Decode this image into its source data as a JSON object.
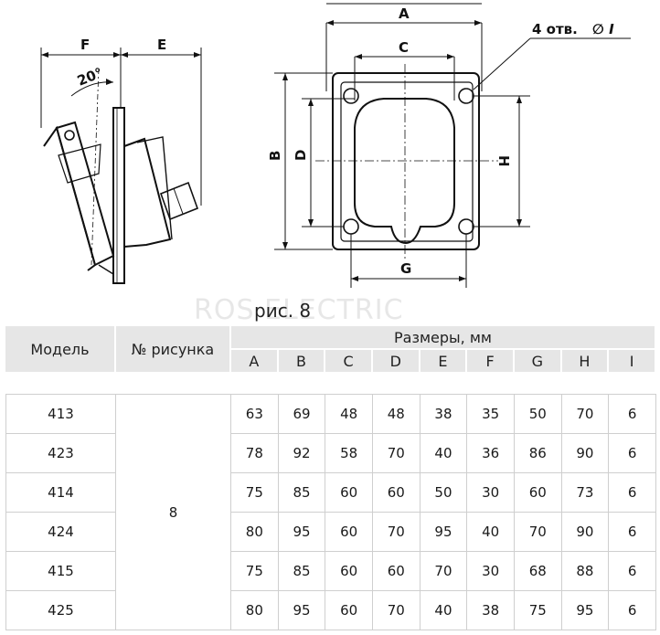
{
  "figure": {
    "caption": "рис. 8",
    "watermark": "ROS ELECTRIC",
    "side_labels": {
      "F": "F",
      "E": "E",
      "angle": "20°"
    },
    "front_labels": {
      "A": "A",
      "C": "C",
      "B": "B",
      "D": "D",
      "H": "H",
      "G": "G",
      "holes": "4 отв.",
      "diameter": "∅ I"
    }
  },
  "table": {
    "headers": {
      "model": "Модель",
      "figure": "№ рисунка",
      "sizes": "Размеры, мм",
      "dims": [
        "A",
        "B",
        "C",
        "D",
        "E",
        "F",
        "G",
        "H",
        "I"
      ]
    },
    "figure_number": "8",
    "rows": [
      {
        "model": "413",
        "values": [
          "63",
          "69",
          "48",
          "48",
          "38",
          "35",
          "50",
          "70",
          "6"
        ]
      },
      {
        "model": "423",
        "values": [
          "78",
          "92",
          "58",
          "70",
          "40",
          "36",
          "86",
          "90",
          "6"
        ]
      },
      {
        "model": "414",
        "values": [
          "75",
          "85",
          "60",
          "60",
          "50",
          "30",
          "60",
          "73",
          "6"
        ]
      },
      {
        "model": "424",
        "values": [
          "80",
          "95",
          "60",
          "70",
          "95",
          "40",
          "70",
          "90",
          "6"
        ]
      },
      {
        "model": "415",
        "values": [
          "75",
          "85",
          "60",
          "60",
          "70",
          "30",
          "68",
          "88",
          "6"
        ]
      },
      {
        "model": "425",
        "values": [
          "80",
          "95",
          "60",
          "70",
          "40",
          "38",
          "75",
          "95",
          "6"
        ]
      }
    ]
  }
}
